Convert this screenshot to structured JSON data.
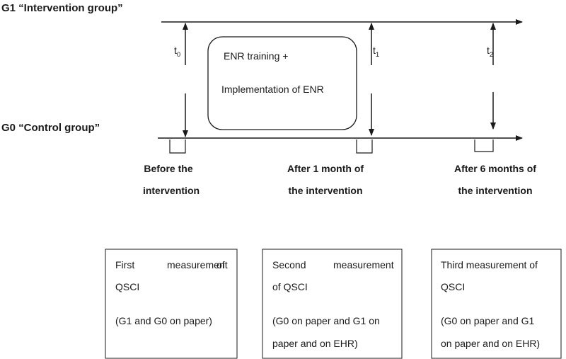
{
  "groups": {
    "intervention": "G1 “Intervention group”",
    "control": "G0 “Control group”"
  },
  "timepoints": [
    {
      "main": "t",
      "sub": "0"
    },
    {
      "main": "t",
      "sub": "1"
    },
    {
      "main": "t",
      "sub": "2"
    }
  ],
  "training_box": {
    "line1": "ENR training +",
    "line2": "Implementation of ENR"
  },
  "phases": [
    {
      "line1": "Before the",
      "line2": "intervention"
    },
    {
      "line1": "After 1 month of",
      "line2": "the intervention"
    },
    {
      "line1": "After 6 months of",
      "line2": "the intervention"
    }
  ],
  "measurements": [
    {
      "line1": [
        "First",
        "measurement",
        "of"
      ],
      "line2": "QSCI",
      "line3": "(G1 and G0 on paper)",
      "line4": ""
    },
    {
      "line1": [
        "Second",
        "measurement"
      ],
      "line2": "of QSCI",
      "line3": "(G0 on paper and G1 on",
      "line4": "paper and on EHR)"
    },
    {
      "line1": [
        "Third measurement of"
      ],
      "line2": "QSCI",
      "line3": "(G0 on paper and G1",
      "line4": "on paper and on EHR)"
    }
  ],
  "colors": {
    "line": "#1a1a1a",
    "background": "#ffffff"
  }
}
